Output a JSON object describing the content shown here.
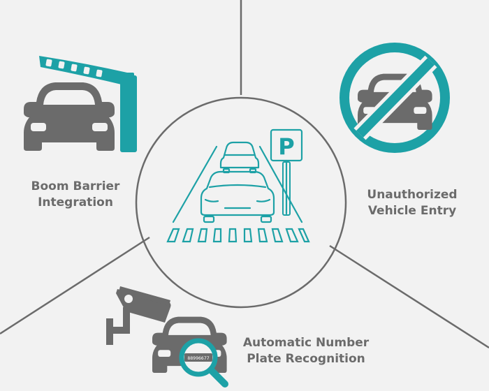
{
  "colors": {
    "background": "#f2f2f2",
    "teal": "#1da1a6",
    "gray": "#6b6b6b",
    "line": "#6b6b6b"
  },
  "features": {
    "boom_barrier": {
      "line1": "Boom Barrier",
      "line2": "Integration",
      "icon": "boom-barrier-icon"
    },
    "unauthorized": {
      "line1": "Unauthorized",
      "line2": "Vehicle Entry",
      "icon": "no-car-icon"
    },
    "anpr": {
      "line1": "Automatic Number",
      "line2": "Plate Recognition",
      "icon": "camera-plate-search-icon"
    }
  },
  "center": {
    "sign_letter": "P",
    "icon": "parking-lane-icon"
  },
  "plate_number": "88996677"
}
